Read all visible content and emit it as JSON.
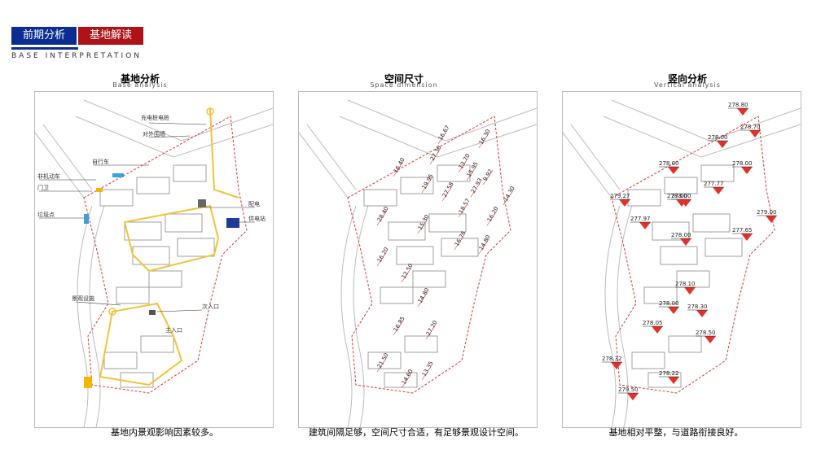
{
  "header": {
    "tab1": "前期分析",
    "tab2": "基地解读",
    "subtitle": "BASE INTERPRETATION"
  },
  "panels": [
    {
      "title": "基地分析",
      "subtitle": "Base analysis",
      "caption": "基地内景观影响因素较多。",
      "labels": [
        "充电桩电桩",
        "对外围墙",
        "自行车",
        "非机动车",
        "门卫",
        "垃圾点",
        "配电",
        "供电站",
        "景观设施",
        "次入口",
        "主入口"
      ]
    },
    {
      "title": "空间尺寸",
      "subtitle": "Space dimension",
      "caption": "建筑间隔足够，空间尺寸合适，有足够景观设计空间。",
      "dims": [
        "16.67",
        "16.30",
        "27.30",
        "13.70",
        "15.95",
        "9.92",
        "14.30",
        "16.40",
        "19.95",
        "27.58",
        "27.93",
        "18.57",
        "16.20",
        "28.40",
        "15.30",
        "16.76",
        "14.80",
        "16.20",
        "12.50",
        "14.80",
        "16.85",
        "27.20",
        "21.50",
        "14.60",
        "13.35"
      ]
    },
    {
      "title": "竖向分析",
      "subtitle": "Vertical analysis",
      "caption": "基地相对平整，与道路衔接良好。",
      "elevations": [
        "278.80",
        "278.70",
        "278.00",
        "278.00",
        "278.00",
        "279.27",
        "278.00",
        "277.77",
        "279.00",
        "277.97",
        "278.00",
        "278.00",
        "277.65",
        "278.10",
        "278.00",
        "278.30",
        "278.05",
        "278.50",
        "278.32",
        "278.22",
        "279.50"
      ]
    }
  ],
  "colors": {
    "blue": "#0b2d93",
    "red": "#b01317",
    "path": "#f2c337",
    "marker": "#e0322b"
  }
}
